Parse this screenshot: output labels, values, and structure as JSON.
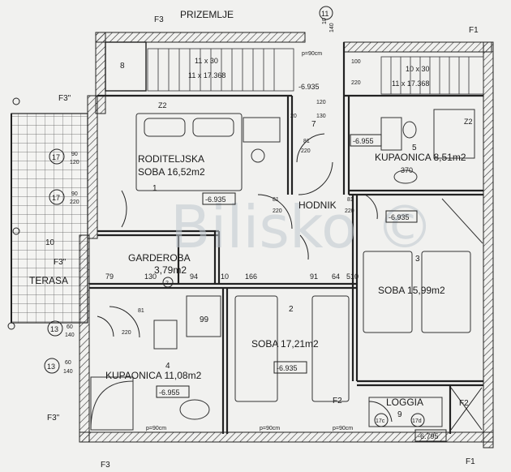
{
  "header": {
    "title": "PRIZEMLJE",
    "grid_top": "F3",
    "axis_11": "11",
    "top_dims": [
      "10",
      "140"
    ],
    "grid_top_right": "F1"
  },
  "watermark": "Bilisko ©",
  "rooms": {
    "roditeljska": {
      "name": "RODITELJSKA",
      "label": "SOBA 16,52m2",
      "number": "1",
      "level": "-6.935",
      "zone": "Z2"
    },
    "kupaonica_top": {
      "name": "KUPAONICA 8,51m2",
      "number": "5",
      "level": "-6.955",
      "zone": "Z2",
      "dim": "370"
    },
    "hodnik": {
      "name": "HODNIK",
      "number": "7",
      "level": "-6.935"
    },
    "garderoba": {
      "name": "GARDEROBA",
      "area": "3,79m2",
      "number": "2"
    },
    "soba2": {
      "label": "SOBA 17,21m2",
      "number": "2",
      "level": "-6.935"
    },
    "soba3": {
      "label": "SOBA 15,99m2",
      "number": "3",
      "level": "-6.935"
    },
    "kupaonica_bottom": {
      "label": "KUPAONICA 11,08m2",
      "number": "4",
      "level": "-6.955",
      "dim": "99"
    },
    "terasa": {
      "label": "TERASA",
      "number": "10"
    },
    "loggia": {
      "label": "LOGGIA",
      "number": "9",
      "level": "-6.795",
      "marks": [
        "17c",
        "17d"
      ]
    },
    "stair8": {
      "number": "8"
    }
  },
  "stairs": {
    "left": {
      "line1": "11 x 30",
      "line2": "11 x 17.368",
      "level": "-6.935"
    },
    "right": {
      "line1": "10 x 30",
      "line2": "11 x 17.368"
    }
  },
  "grid_labels": {
    "f3_left_top": "F3\"",
    "f3_left_mid": "F3\"",
    "f3_left_bottom": "F3\"",
    "f2_mid": "F2",
    "f2_right": "F2",
    "f3_bottom": "F3",
    "f1_bottom": "F1"
  },
  "openings": {
    "w17_top": {
      "mark": "17",
      "a": "90",
      "b": "120"
    },
    "w17_bottom": {
      "mark": "17",
      "a": "90",
      "b": "220"
    },
    "w13_a": {
      "mark": "13",
      "a": "60",
      "b": "140"
    },
    "w13_b": {
      "mark": "13",
      "a": "60",
      "b": "140"
    },
    "door_hodnik_left": {
      "a": "81",
      "b": "220"
    },
    "door_hodnik_right": {
      "a": "81",
      "b": "220"
    },
    "door_kup": {
      "a": "81",
      "b": "220"
    },
    "door_top": {
      "a": "100",
      "b": "220"
    },
    "door_120": {
      "a": "120"
    },
    "w_p90": "p=90cm"
  },
  "dims": {
    "d79": "79",
    "d130": "130",
    "d94": "94",
    "d10": "10",
    "d166": "166",
    "d91": "91",
    "d64": "64",
    "d510": "510",
    "d20": "20",
    "d130b": "130",
    "d81": "81",
    "d220": "220",
    "d90": "90"
  }
}
